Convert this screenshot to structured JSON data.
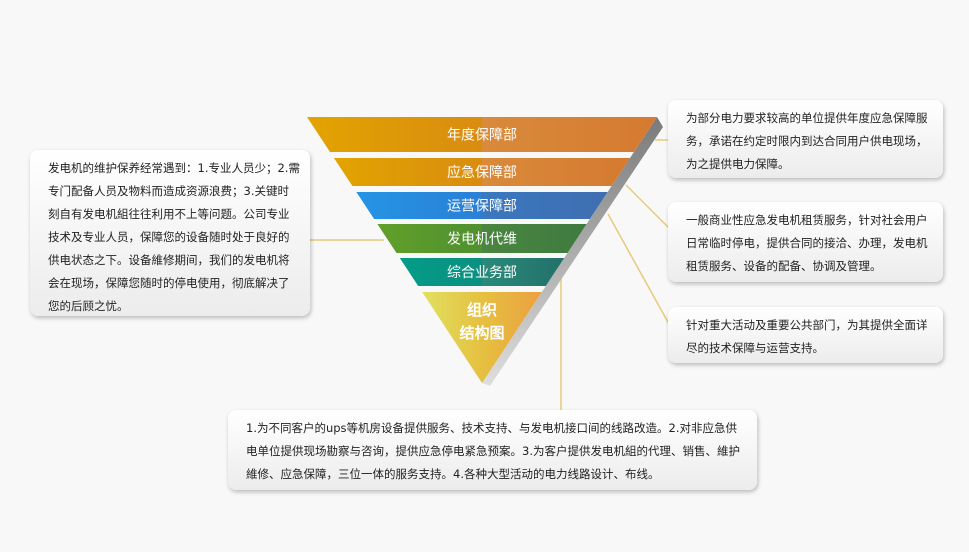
{
  "pyramid": {
    "levels": [
      {
        "label": "年度保障部",
        "color_left": "#e2a400",
        "color_right": "#d57a30"
      },
      {
        "label": "应急保障部",
        "color_left": "#e2a400",
        "color_right": "#d57a30"
      },
      {
        "label": "运营保障部",
        "color_left": "#2594e4",
        "color_right": "#3f6eb0"
      },
      {
        "label": "发电机代维",
        "color_left": "#62a02a",
        "color_right": "#3f7a40"
      },
      {
        "label": "综合业务部",
        "color_left": "#049c88",
        "color_right": "#23706a"
      }
    ],
    "apex_line1": "组织",
    "apex_line2": "结构图",
    "connector_color": "#e8c97a"
  },
  "boxes": {
    "left": "发电机的维护保养经常遇到：1.专业人员少；2.需专门配备人员及物料而造成资源浪费；3.关键时刻自有发电机組往往利用不上等问题。公司专业技术及专业人员，保障您的设备随时处于良好的供电状态之下。设备維修期间，我们的发电机将会在现场，保障您随时的停电使用，彻底解决了您的后顾之忧。",
    "right_top": "为部分电力要求较高的单位提供年度应急保障服务，承诺在约定时限内到达合同用户供电现场，为之提供电力保障。",
    "right_middle": "一般商业性应急发电机租赁服务，针对社会用户日常临时停电，提供合同的接洽、办理，发电机租赁服务、设备的配备、协调及管理。",
    "right_bottom": "针对重大活动及重要公共部门，为其提供全面详尽的技术保障与运营支持。",
    "bottom": "1.为不同客户的ups等机房设备提供服务、技术支持、与发电机接口间的线路改造。2.对非应急供电单位提供现场勘察与咨询，提供应急停电紧急预案。3.为客户提供发电机組的代理、销售、維护維修、应急保障，三位一体的服务支持。4.各种大型活动的电力线路设计、布线。"
  }
}
